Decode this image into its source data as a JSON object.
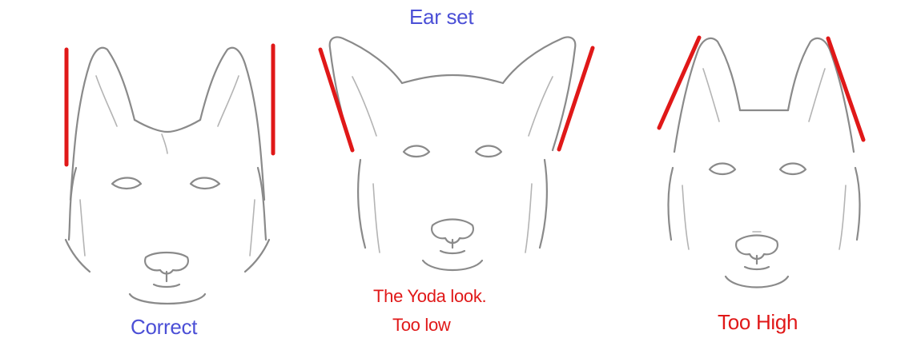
{
  "title": "Ear set",
  "colors": {
    "title": "#4b4fd6",
    "correct": "#4b4fd6",
    "wrong": "#e01818",
    "guide_line": "#e01818",
    "sketch": "#8a8a8a"
  },
  "panels": [
    {
      "id": "correct",
      "caption_lines": [
        "Correct"
      ]
    },
    {
      "id": "too-low",
      "caption_lines": [
        "The Yoda look.",
        "Too low"
      ]
    },
    {
      "id": "too-high",
      "caption_lines": [
        "Too High"
      ]
    }
  ]
}
